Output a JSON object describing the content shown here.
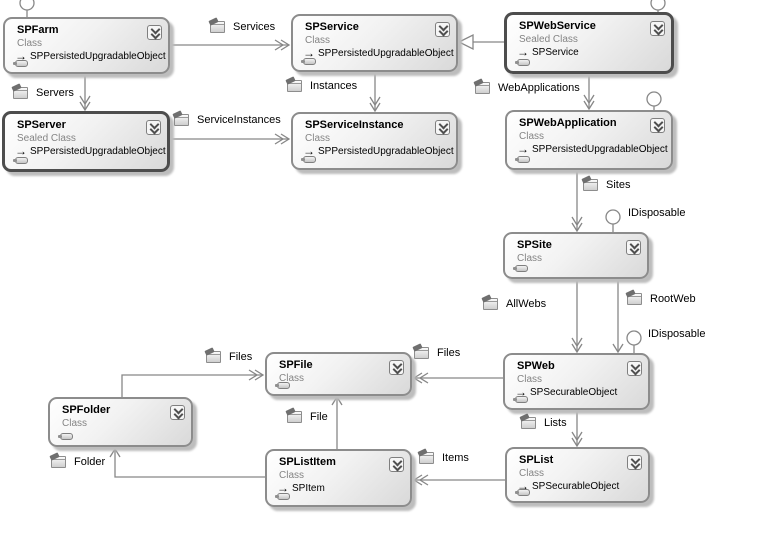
{
  "diagram": {
    "classes": [
      {
        "name": "SPFarm",
        "stereotype": "Class",
        "base": "SPPersistedUpgradableObject"
      },
      {
        "name": "SPService",
        "stereotype": "Class",
        "base": "SPPersistedUpgradableObject"
      },
      {
        "name": "SPWebService",
        "stereotype": "Sealed Class",
        "base": "SPService"
      },
      {
        "name": "SPServer",
        "stereotype": "Sealed Class",
        "base": "SPPersistedUpgradableObject"
      },
      {
        "name": "SPServiceInstance",
        "stereotype": "Class",
        "base": "SPPersistedUpgradableObject"
      },
      {
        "name": "SPWebApplication",
        "stereotype": "Class",
        "base": "SPPersistedUpgradableObject"
      },
      {
        "name": "SPSite",
        "stereotype": "Class"
      },
      {
        "name": "SPWeb",
        "stereotype": "Class",
        "base": "SPSecurableObject"
      },
      {
        "name": "SPList",
        "stereotype": "Class",
        "base": "SPSecurableObject"
      },
      {
        "name": "SPFile",
        "stereotype": "Class"
      },
      {
        "name": "SPFolder",
        "stereotype": "Class"
      },
      {
        "name": "SPListItem",
        "stereotype": "Class",
        "base": "SPItem"
      }
    ],
    "associations": {
      "services": "Services",
      "servers": "Servers",
      "service_instances": "ServiceInstances",
      "instances": "Instances",
      "web_applications": "WebApplications",
      "sites": "Sites",
      "all_webs": "AllWebs",
      "root_web": "RootWeb",
      "lists": "Lists",
      "items": "Items",
      "files_web": "Files",
      "files_folder": "Files",
      "file": "File",
      "folder": "Folder"
    },
    "interfaces": {
      "idisposable_site": "IDisposable",
      "idisposable_web": "IDisposable"
    },
    "colors": {
      "line": "#878787",
      "box_border": "#8c8c8c",
      "sealed_border": "#4d4d4d",
      "stereotype_text": "#848484"
    }
  }
}
